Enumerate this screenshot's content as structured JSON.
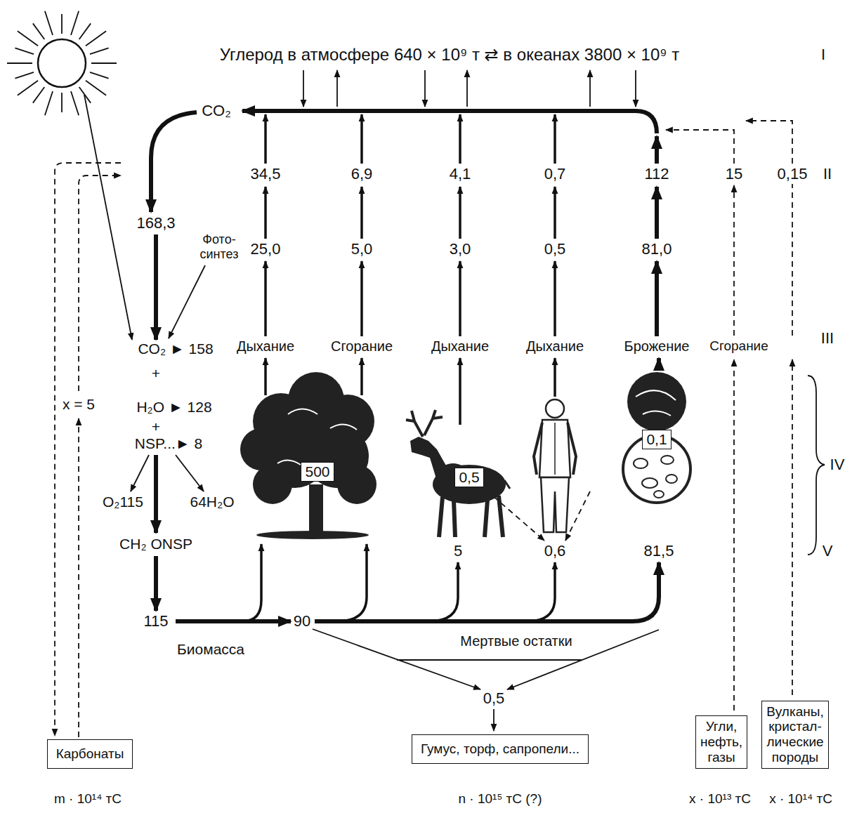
{
  "diagram": {
    "nodes": [
      {
        "text": [
          "500"
        ]
      },
      {
        "text": [
          "0,5"
        ]
      },
      {
        "text": [
          "0,1"
        ]
      },
      {
        "text": [
          "Карбонаты"
        ]
      },
      {
        "text": [
          "Гумус, торф, сапропели..."
        ]
      },
      {
        "text": [
          "Угли, нефть, газы"
        ]
      },
      {
        "text": [
          "Вулканы, кристал- лические породы"
        ]
      }
    ],
    "labels": [
      "Углерод в атмосфере 640 × 10⁹ т ⇄ в океанах 3800 × 10⁹ т",
      "I",
      "CO₂",
      "34,5",
      "6,9",
      "4,1",
      "0,7",
      "112",
      "15",
      "0,15",
      "II",
      "168,3",
      "Фото- синтез",
      "25,0",
      "5,0",
      "3,0",
      "0,5",
      "81,0",
      "III",
      "CO₂ ► 158",
      "Дыхание",
      "Сгорание",
      "Дыхание",
      "Дыхание",
      "Брожение",
      "Сгорание",
      "+",
      "x = 5",
      "H₂O ► 128",
      "+",
      "NSP...► 8",
      "IV",
      "O₂115",
      "64H₂O",
      "CH₂ ONSP",
      "5",
      "0,6",
      "81,5",
      "V",
      "115",
      "90",
      "Мертвые остатки",
      "Биомасса",
      "0,5",
      "m · 10¹⁴ тC",
      "n · 10¹⁵ тC (?)",
      "x · 10¹³ тC",
      "x · 10¹⁴ тC"
    ]
  }
}
